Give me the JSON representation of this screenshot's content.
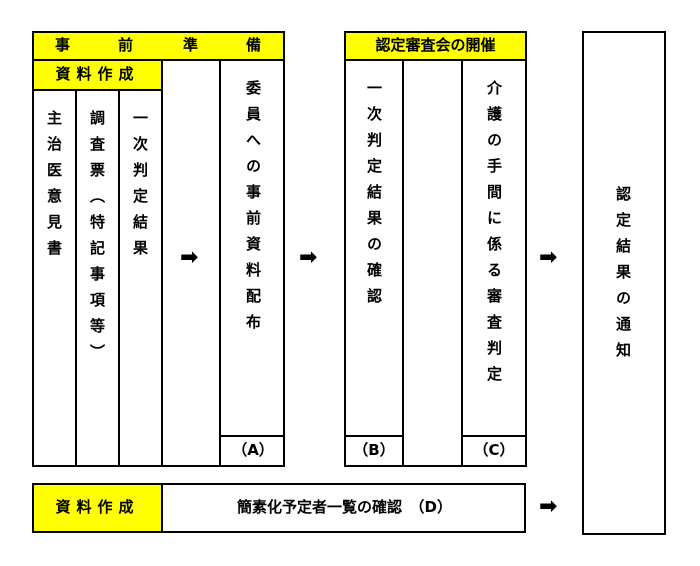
{
  "prep": {
    "header_chars": [
      "事",
      "前",
      "準",
      "備"
    ],
    "sub_header": "資料作成",
    "col1": "主治医意見書",
    "col2": "調査票（特記事項等）",
    "col3": "一次判定結果",
    "col4": "委員への事前資料配布",
    "col4_label": "（A）"
  },
  "meeting": {
    "header": "認定審査会の開催",
    "col1": "一次判定結果の確認",
    "col1_label": "（B）",
    "col2": "介護の手間に係る審査判定",
    "col2_label": "（C）"
  },
  "result": {
    "text": "認定結果の通知"
  },
  "bottom": {
    "label": "資料作成",
    "text": "簡素化予定者一覧の確認　（D）"
  },
  "arrow_glyph": "➡",
  "colors": {
    "header_fill": "#ffff00",
    "line": "#000000"
  }
}
